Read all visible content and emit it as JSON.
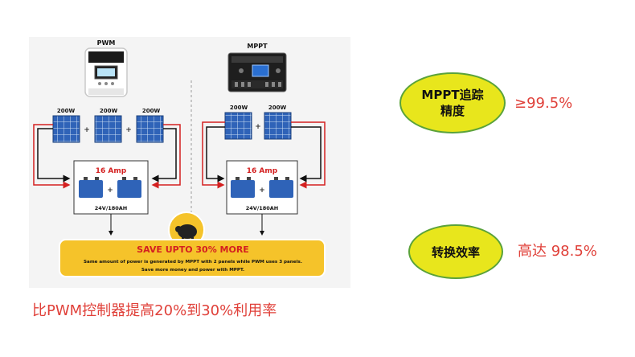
{
  "diagram": {
    "pwm": {
      "title": "PWM",
      "panels": [
        "200W",
        "200W",
        "200W"
      ],
      "amp": "16 Amp",
      "battery": "24V/180AH"
    },
    "mppt": {
      "title": "MPPT",
      "panels": [
        "200W",
        "200W"
      ],
      "amp": "16 Amp",
      "battery": "24V/180AH"
    },
    "plus": "+",
    "banner": {
      "headline": "SAVE UPTO 30% MORE",
      "line1": "Same amount of power is generated by MPPT with 2 panels while PWM uses 3 panels.",
      "line2": "Save more money and power with MPPT."
    },
    "caption": "比PWM控制器提高20%到30%利用率"
  },
  "highlights": [
    {
      "label_line1": "MPPT追踪",
      "label_line2": "精度",
      "value": "≥99.5%"
    },
    {
      "label": "转换效率",
      "value": "高达 98.5%"
    }
  ],
  "colors": {
    "accent_red": "#e0413a",
    "oval_fill": "#e8e61c",
    "oval_border": "#5aa23a",
    "banner_fill": "#f5c32a",
    "wire_red": "#d42020",
    "panel_blue": "#2f63b8"
  }
}
